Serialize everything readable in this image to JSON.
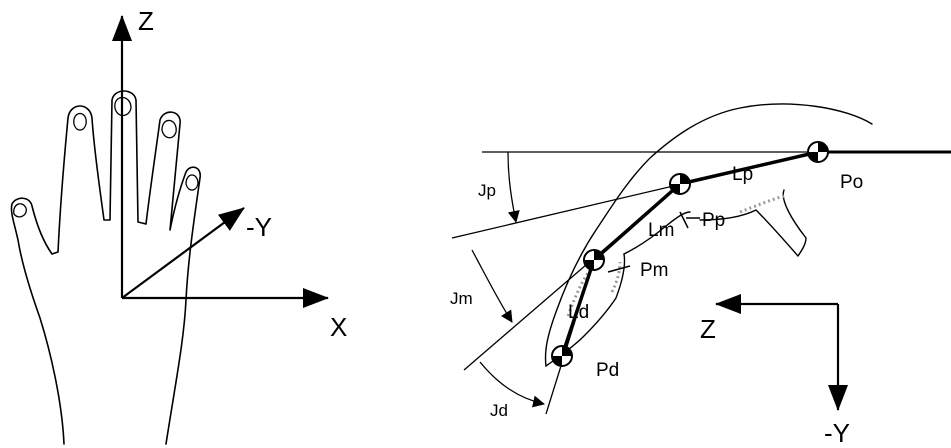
{
  "hand_axes": {
    "z": "Z",
    "neg_y": "-Y",
    "x": "X"
  },
  "finger_axes": {
    "z": "Z",
    "neg_y": "-Y"
  },
  "segments": {
    "lp": "Lp",
    "lm": "Lm",
    "ld": "Ld"
  },
  "points": {
    "po": "Po",
    "pp": "Pp",
    "pm": "Pm",
    "pd": "Pd"
  },
  "angles": {
    "jp": "Jp",
    "jm": "Jm",
    "jd": "Jd"
  },
  "colors": {
    "ink": "#000000",
    "paper": "#ffffff",
    "shade": "#9a9a9a"
  }
}
